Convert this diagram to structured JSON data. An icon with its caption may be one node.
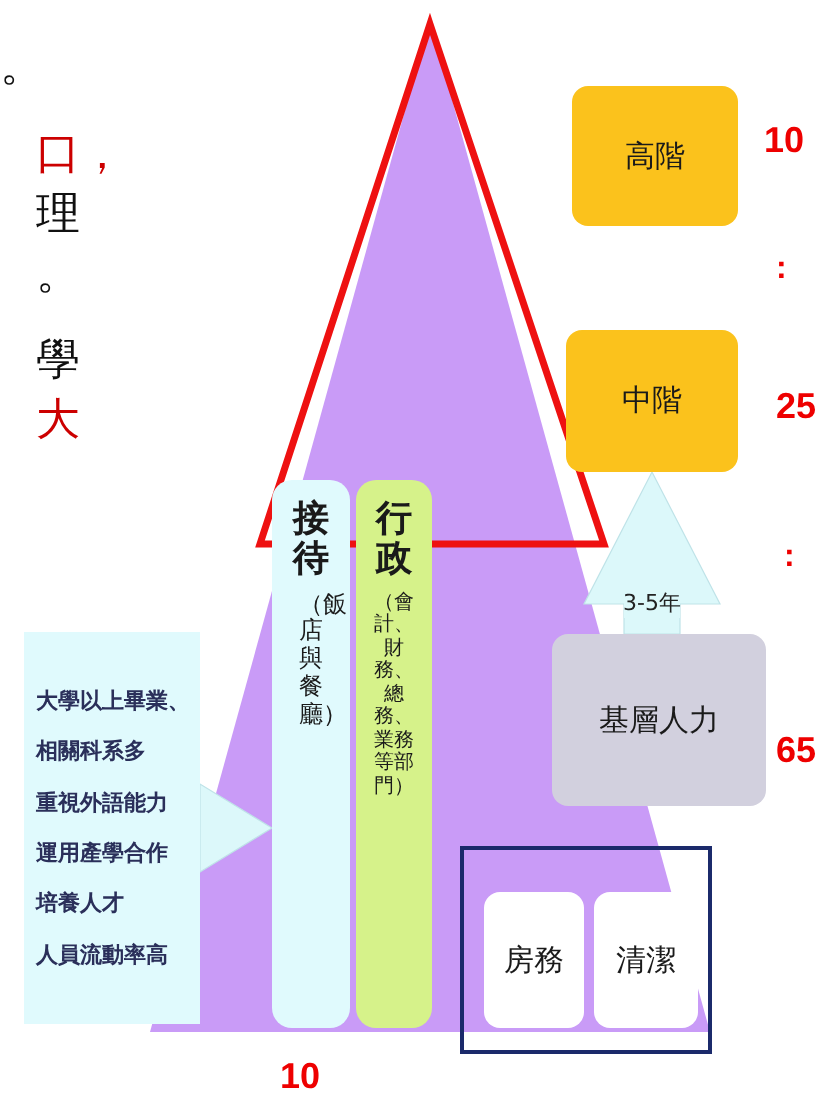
{
  "diagram": {
    "nodes": [
      {
        "text": [
          "高階"
        ]
      },
      {
        "text": [
          "中階"
        ]
      },
      {
        "text": [
          "基層人力"
        ]
      },
      {
        "text": [
          "接待",
          "（飯店與餐廳）"
        ]
      },
      {
        "text": [
          "行政",
          "（會計、財務、總務、業務等部門）"
        ]
      },
      {
        "text": [
          "大學以上畢業、",
          "相關科系多",
          "重視外語能力",
          "運用產學合作",
          "培養人才",
          "人員流動率高"
        ]
      },
      {
        "text": [],
        "shape": "box"
      },
      {
        "text": [
          "房務"
        ],
        "in": 6
      },
      {
        "text": [
          "清潔"
        ],
        "in": 6
      }
    ],
    "edges": [
      {
        "from": 2,
        "to": 1,
        "arrow": "to",
        "label": "3-5年",
        "style": "thick",
        "color": "#dcf8fa"
      },
      {
        "from": 5,
        "to": 3,
        "arrow": "to",
        "style": "thick",
        "color": "#dcf8fa"
      }
    ],
    "labels": [
      "。",
      "口，",
      "理",
      "。",
      "學",
      "大",
      "10",
      ":",
      "25",
      ":",
      "65",
      "10"
    ]
  }
}
